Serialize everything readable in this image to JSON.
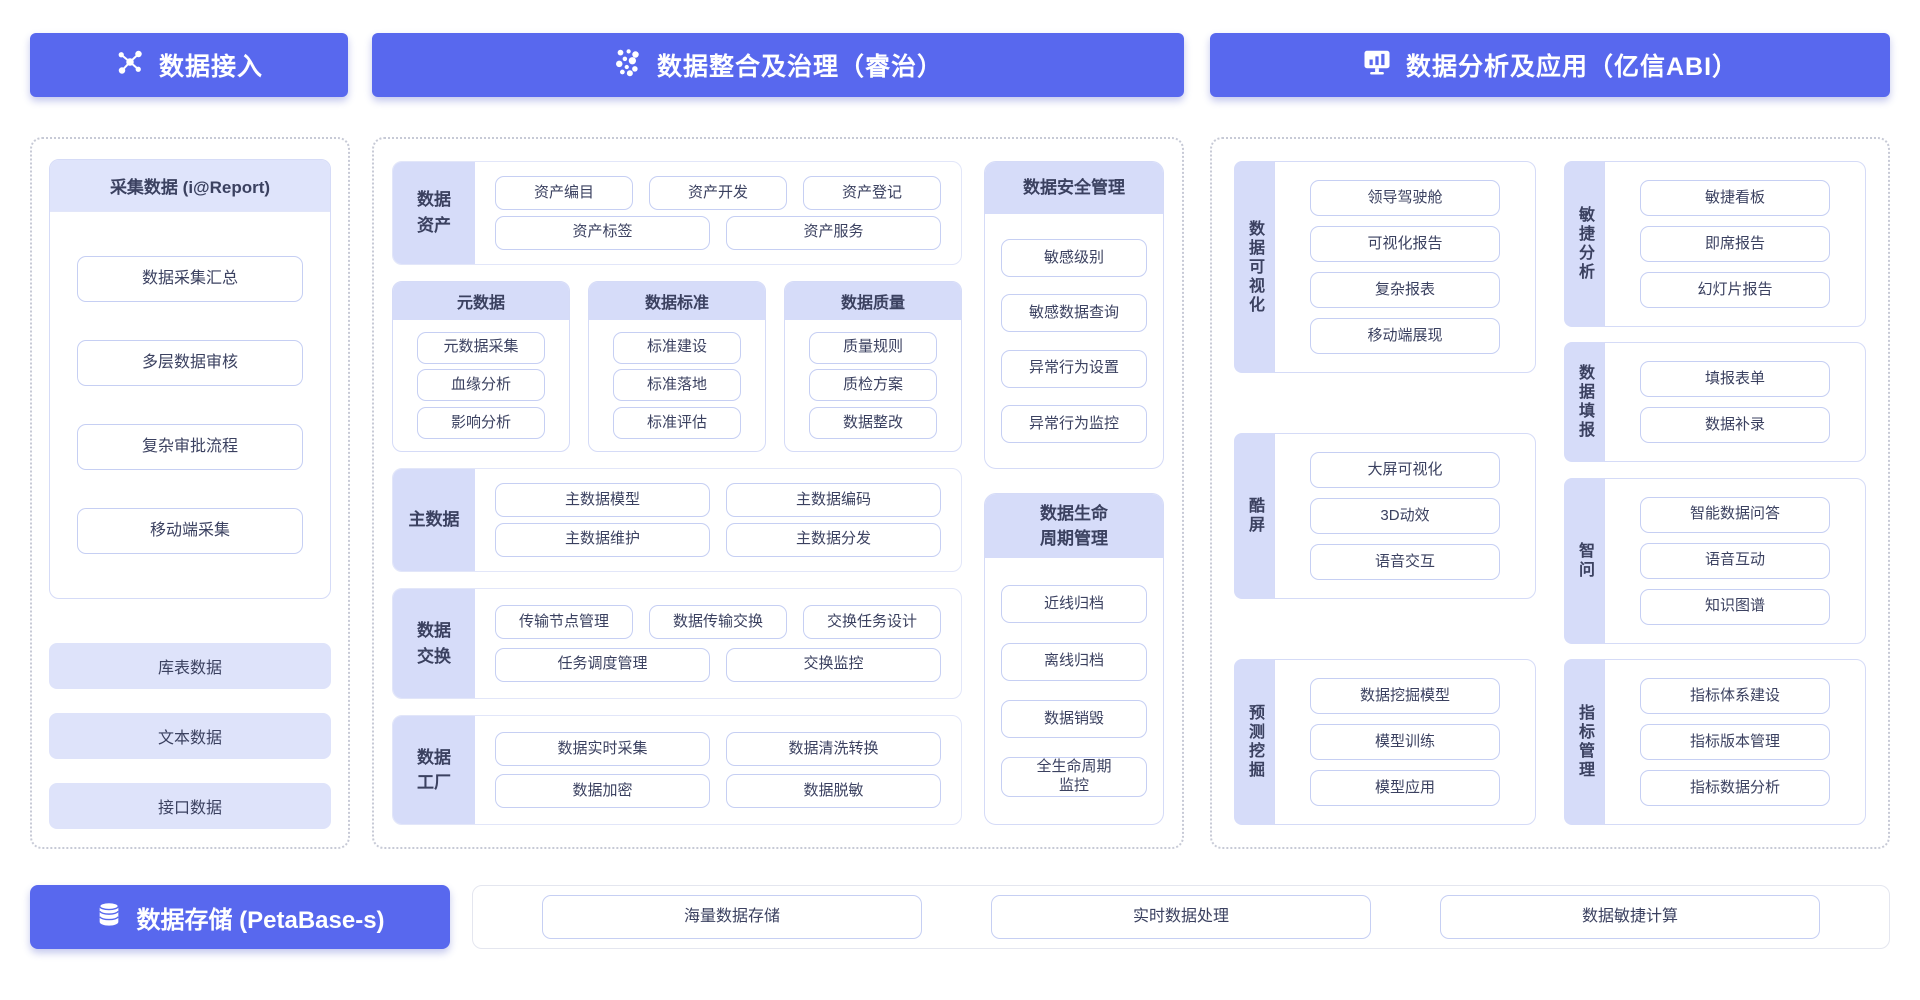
{
  "accent_color": "#5868ee",
  "headers": {
    "access": "数据接入",
    "governance": "数据整合及治理（睿治）",
    "analysis": "数据分析及应用（亿信ABI）"
  },
  "left_column": {
    "report_card": {
      "title": "采集数据 (i@Report)",
      "items": [
        "数据采集汇总",
        "多层数据审核",
        "复杂审批流程",
        "移动端采集"
      ]
    },
    "sources": [
      "库表数据",
      "文本数据",
      "接口数据"
    ]
  },
  "middle_column": {
    "asset_row": {
      "label": "数据\n资产",
      "row1": [
        "资产编目",
        "资产开发",
        "资产登记"
      ],
      "row2": [
        "资产标签",
        "资产服务"
      ]
    },
    "sub_cards": [
      {
        "title": "元数据",
        "items": [
          "元数据采集",
          "血缘分析",
          "影响分析"
        ]
      },
      {
        "title": "数据标准",
        "items": [
          "标准建设",
          "标准落地",
          "标准评估"
        ]
      },
      {
        "title": "数据质量",
        "items": [
          "质量规则",
          "质检方案",
          "数据整改"
        ]
      }
    ],
    "master_row": {
      "label": "主数据",
      "row1": [
        "主数据模型",
        "主数据编码"
      ],
      "row2": [
        "主数据维护",
        "主数据分发"
      ]
    },
    "exchange_row": {
      "label": "数据\n交换",
      "row1": [
        "传输节点管理",
        "数据传输交换",
        "交换任务设计"
      ],
      "row2": [
        "任务调度管理",
        "交换监控"
      ]
    },
    "factory_row": {
      "label": "数据\n工厂",
      "row1": [
        "数据实时采集",
        "数据清洗转换"
      ],
      "row2": [
        "数据加密",
        "数据脱敏"
      ]
    },
    "security_card": {
      "title": "数据安全管理",
      "items": [
        "敏感级别",
        "敏感数据查询",
        "异常行为设置",
        "异常行为监控"
      ]
    },
    "lifecycle_card": {
      "title": "数据生命\n周期管理",
      "items": [
        "近线归档",
        "离线归档",
        "数据销毁",
        "全生命周期\n监控"
      ]
    }
  },
  "right_column": {
    "col_a": [
      {
        "label": "数据可视化",
        "items": [
          "领导驾驶舱",
          "可视化报告",
          "复杂报表",
          "移动端展现"
        ]
      },
      {
        "label": "酷屏",
        "items": [
          "大屏可视化",
          "3D动效",
          "语音交互"
        ]
      },
      {
        "label": "预测挖掘",
        "items": [
          "数据挖掘模型",
          "模型训练",
          "模型应用"
        ]
      }
    ],
    "col_b": [
      {
        "label": "敏捷分析",
        "items": [
          "敏捷看板",
          "即席报告",
          "幻灯片报告"
        ]
      },
      {
        "label": "数据填报",
        "items": [
          "填报表单",
          "数据补录"
        ]
      },
      {
        "label": "智问",
        "items": [
          "智能数据问答",
          "语音互动",
          "知识图谱"
        ]
      },
      {
        "label": "指标管理",
        "items": [
          "指标体系建设",
          "指标版本管理",
          "指标数据分析"
        ]
      }
    ]
  },
  "bottom": {
    "storage_label": "数据存储 (PetaBase-s)",
    "capabilities": [
      "海量数据存储",
      "实时数据处理",
      "数据敏捷计算"
    ]
  }
}
